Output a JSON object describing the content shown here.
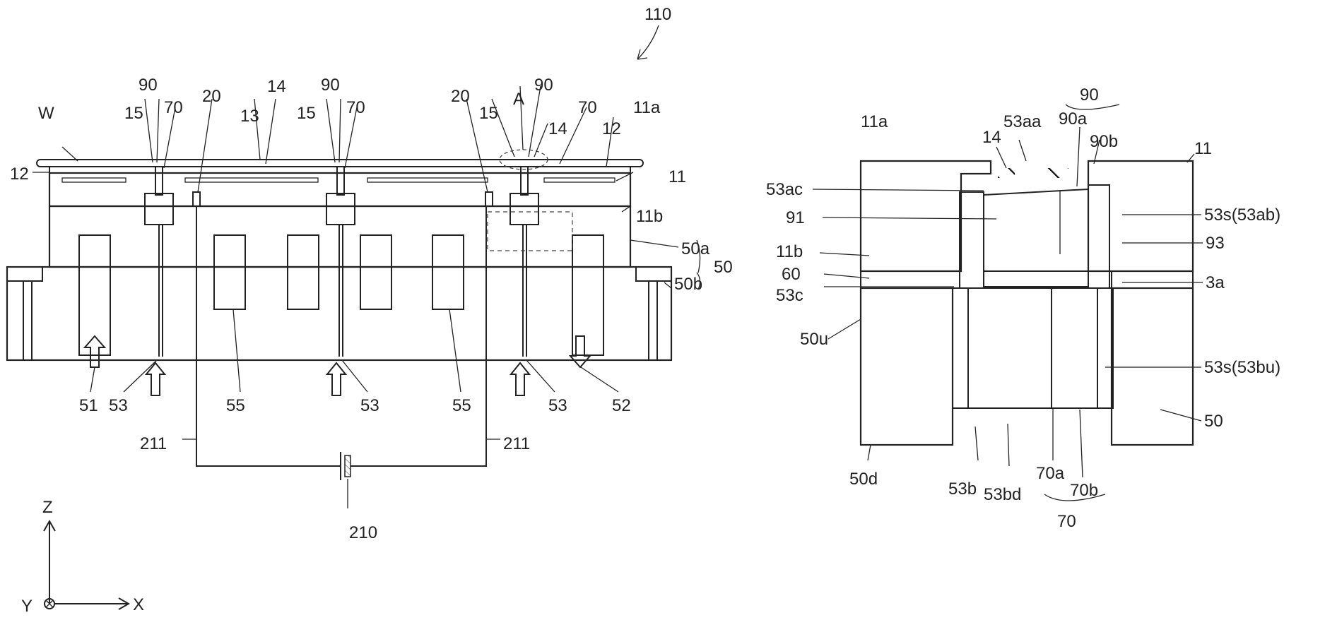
{
  "figure_ref": "110",
  "left_labels": {
    "W": "W",
    "l12": "12",
    "l15a": "15",
    "l90a": "90",
    "l70a": "70",
    "l20a": "20",
    "l13": "13",
    "l14a": "14",
    "l15b": "15",
    "l90b": "90",
    "l70b": "70",
    "l20b": "20",
    "l15c": "15",
    "lA": "A",
    "l90c": "90",
    "l14b": "14",
    "l70c": "70",
    "l12b": "12",
    "l11a": "11a",
    "l11": "11",
    "l11b": "11b",
    "l50a": "50a",
    "l50": "50",
    "l50b": "50b",
    "l51": "51",
    "l53a": "53",
    "l55a": "55",
    "l53b": "53",
    "l55b": "55",
    "l53c": "53",
    "l52": "52",
    "l211a": "211",
    "l211b": "211",
    "l210": "210"
  },
  "axes": {
    "z": "Z",
    "y": "Y",
    "x": "X"
  },
  "right_labels": {
    "r90": "90",
    "r90a": "90a",
    "r90b": "90b",
    "r11a": "11a",
    "r14": "14",
    "r53aa": "53aa",
    "r11": "11",
    "r53ac": "53ac",
    "r53sab": "53s(53ab)",
    "r91": "91",
    "r93": "93",
    "r11b": "11b",
    "r60": "60",
    "r3a": "3a",
    "r53c": "53c",
    "r50u": "50u",
    "r53sbu": "53s(53bu)",
    "r50": "50",
    "r50d": "50d",
    "r53b": "53b",
    "r53bd": "53bd",
    "r70a": "70a",
    "r70b": "70b",
    "r70": "70"
  }
}
